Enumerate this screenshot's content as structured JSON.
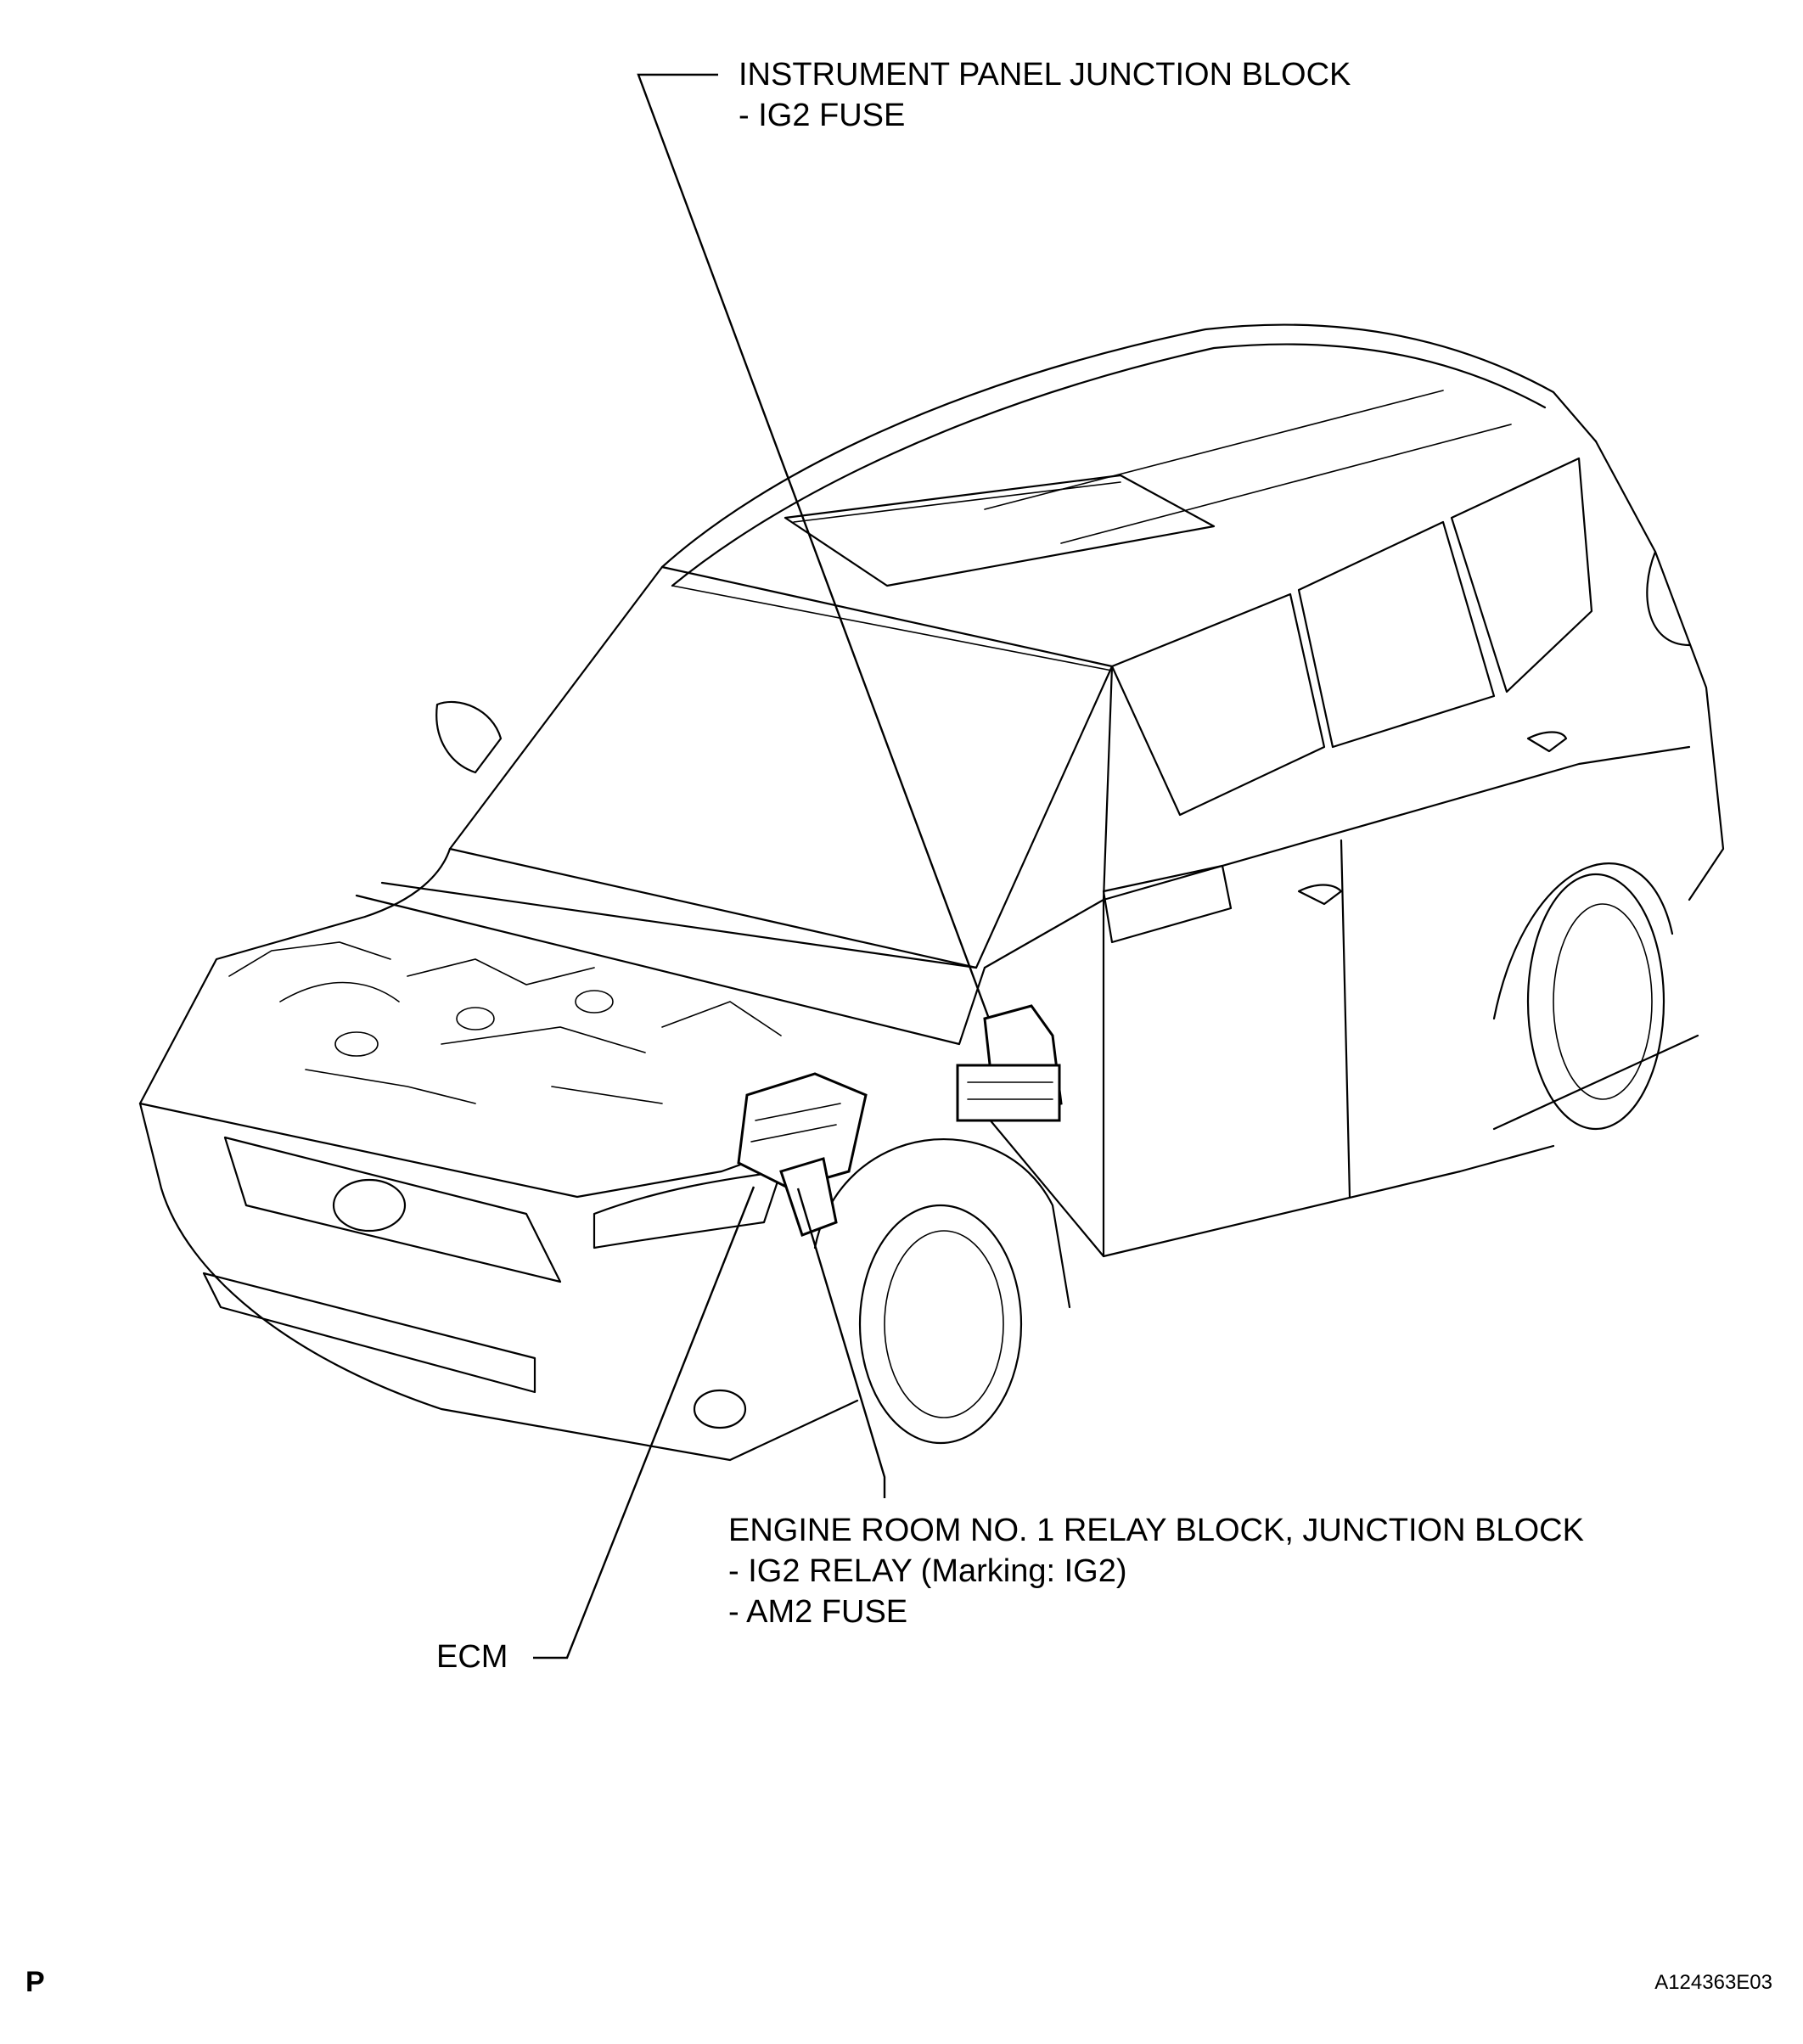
{
  "labels": {
    "instrument_panel": {
      "title": "INSTRUMENT PANEL JUNCTION BLOCK",
      "items": [
        "- IG2 FUSE"
      ]
    },
    "engine_room": {
      "title": "ENGINE ROOM NO. 1 RELAY BLOCK, JUNCTION BLOCK",
      "items": [
        "- IG2 RELAY (Marking: IG2)",
        "- AM2 FUSE"
      ]
    },
    "ecm": "ECM"
  },
  "corner_mark": "P",
  "figure_id": "A124363E03"
}
